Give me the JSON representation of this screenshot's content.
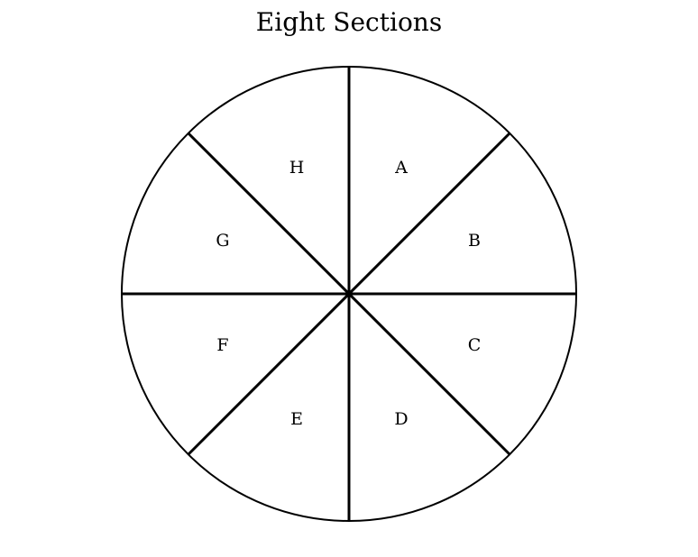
{
  "title": "Eight Sections",
  "sections": [
    {
      "label": "A"
    },
    {
      "label": "B"
    },
    {
      "label": "C"
    },
    {
      "label": "D"
    },
    {
      "label": "E"
    },
    {
      "label": "F"
    },
    {
      "label": "G"
    },
    {
      "label": "H"
    }
  ],
  "colors": {
    "line": "#000000",
    "background": "#ffffff"
  }
}
